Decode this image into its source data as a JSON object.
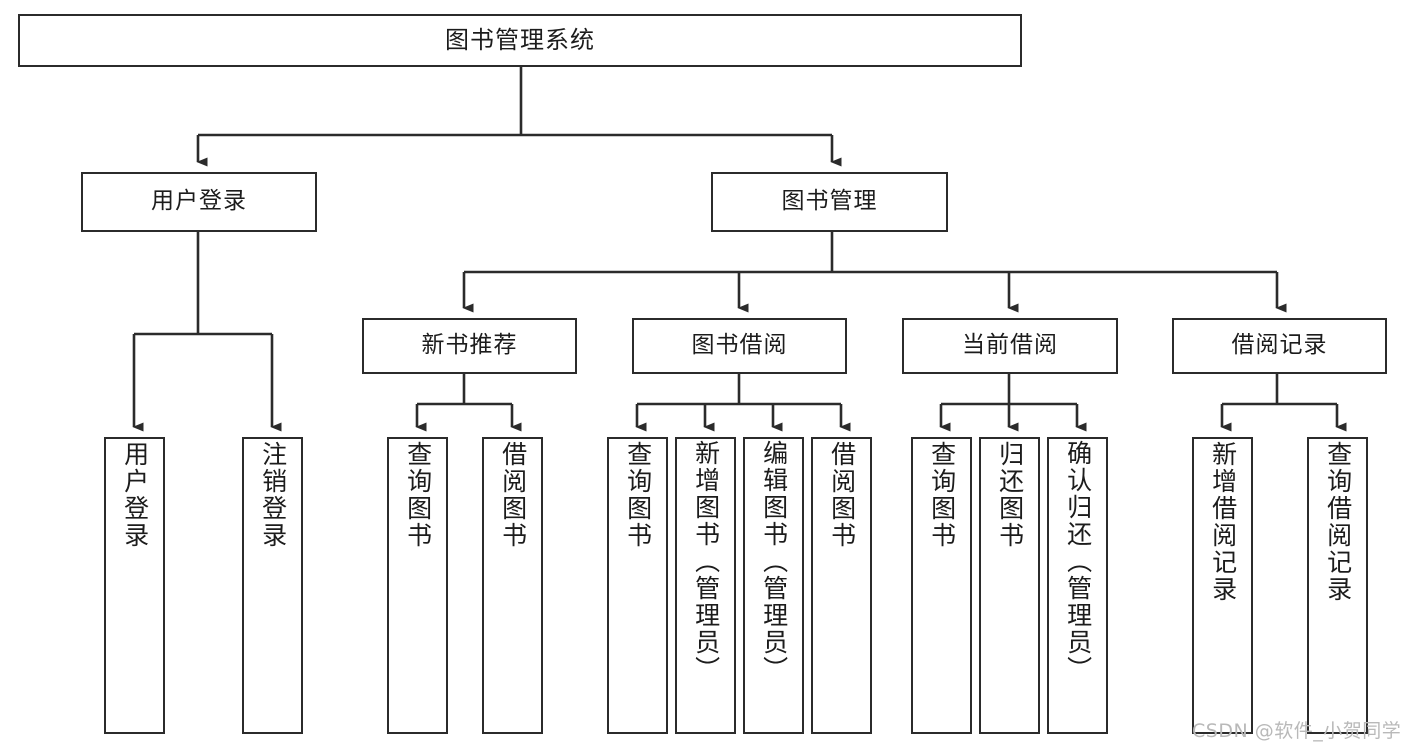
{
  "diagram": {
    "title": "图书管理系统",
    "type": "tree",
    "background_color": "#ffffff",
    "node_border_color": "#2b2b2b",
    "node_fill_color": "#ffffff",
    "edge_color": "#2b2b2b",
    "watermark": "CSDN @软件_小贺同学",
    "watermark_color": "#b9b9b9"
  },
  "nodes": {
    "root": {
      "label": "图书管理系统",
      "level": 1,
      "orientation": "horizontal"
    },
    "l2": [
      {
        "id": "user-login",
        "label": "用户登录",
        "level": 2,
        "orientation": "horizontal"
      },
      {
        "id": "book-manage",
        "label": "图书管理",
        "level": 2,
        "orientation": "horizontal"
      }
    ],
    "l3": [
      {
        "id": "new-book-recommend",
        "label": "新书推荐",
        "level": 3,
        "orientation": "horizontal",
        "parent": "book-manage"
      },
      {
        "id": "book-borrow",
        "label": "图书借阅",
        "level": 3,
        "orientation": "horizontal",
        "parent": "book-manage"
      },
      {
        "id": "current-borrow",
        "label": "当前借阅",
        "level": 3,
        "orientation": "horizontal",
        "parent": "book-manage"
      },
      {
        "id": "borrow-record",
        "label": "借阅记录",
        "level": 3,
        "orientation": "horizontal",
        "parent": "book-manage"
      }
    ],
    "leaves": [
      {
        "id": "leaf-user-login",
        "label": "用户登录",
        "parent": "user-login",
        "orientation": "vertical"
      },
      {
        "id": "leaf-logout-login",
        "label": "注销登录",
        "parent": "user-login",
        "orientation": "vertical"
      },
      {
        "id": "leaf-query-book-rec",
        "label": "查询图书",
        "parent": "new-book-recommend",
        "orientation": "vertical"
      },
      {
        "id": "leaf-borrow-book-rec",
        "label": "借阅图书",
        "parent": "new-book-recommend",
        "orientation": "vertical"
      },
      {
        "id": "leaf-query-book-bor",
        "label": "查询图书",
        "parent": "book-borrow",
        "orientation": "vertical"
      },
      {
        "id": "leaf-add-book",
        "label": "新增图书（管理员）",
        "parent": "book-borrow",
        "orientation": "vertical"
      },
      {
        "id": "leaf-edit-book",
        "label": "编辑图书（管理员）",
        "parent": "book-borrow",
        "orientation": "vertical"
      },
      {
        "id": "leaf-borrow-book-bor",
        "label": "借阅图书",
        "parent": "book-borrow",
        "orientation": "vertical"
      },
      {
        "id": "leaf-query-book-cur",
        "label": "查询图书",
        "parent": "current-borrow",
        "orientation": "vertical"
      },
      {
        "id": "leaf-return-book",
        "label": "归还图书",
        "parent": "current-borrow",
        "orientation": "vertical"
      },
      {
        "id": "leaf-confirm-return",
        "label": "确认归还（管理员）",
        "parent": "current-borrow",
        "orientation": "vertical"
      },
      {
        "id": "leaf-add-record",
        "label": "新增借阅记录",
        "parent": "borrow-record",
        "orientation": "vertical"
      },
      {
        "id": "leaf-query-record",
        "label": "查询借阅记录",
        "parent": "borrow-record",
        "orientation": "vertical"
      }
    ]
  }
}
